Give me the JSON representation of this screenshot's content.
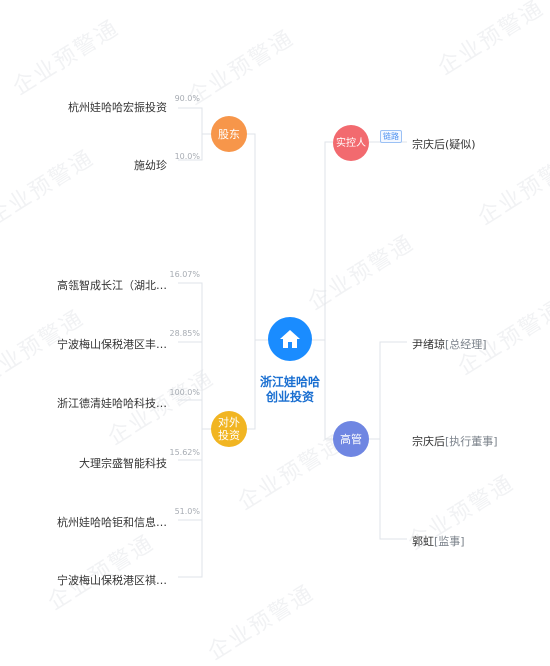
{
  "watermark": "企业预警通",
  "center": {
    "name_line1": "浙江娃哈哈",
    "name_line2": "创业投资",
    "icon": "home-icon",
    "color": "#1a8cff"
  },
  "nodes": {
    "shareholders": {
      "label": "股东",
      "color": "#f7964a"
    },
    "investments": {
      "label_line1": "对外",
      "label_line2": "投资",
      "color": "#f1b522"
    },
    "controller": {
      "label": "实控人",
      "color": "#f26a6f"
    },
    "management": {
      "label": "高管",
      "color": "#6f86e2"
    }
  },
  "shareholders": [
    {
      "name": "杭州娃哈哈宏振投资",
      "pct": "90.0%"
    },
    {
      "name": "施幼珍",
      "pct": "10.0%"
    }
  ],
  "investments": [
    {
      "name": "高瓴智成长江（湖北…",
      "pct": "16.07%"
    },
    {
      "name": "宁波梅山保税港区丰…",
      "pct": "28.85%"
    },
    {
      "name": "浙江德清娃哈哈科技…",
      "pct": "100.0%"
    },
    {
      "name": "大理宗盛智能科技",
      "pct": "15.62%"
    },
    {
      "name": "杭州娃哈哈钜和信息…",
      "pct": "51.0%"
    },
    {
      "name": "宁波梅山保税港区祺…",
      "pct": ""
    }
  ],
  "controller": {
    "tag": "链路",
    "name": "宗庆后(疑似)"
  },
  "management": [
    {
      "name": "尹绪琼",
      "role": "总经理"
    },
    {
      "name": "宗庆后",
      "role": "执行董事"
    },
    {
      "name": "郭虹",
      "role": "监事"
    }
  ]
}
